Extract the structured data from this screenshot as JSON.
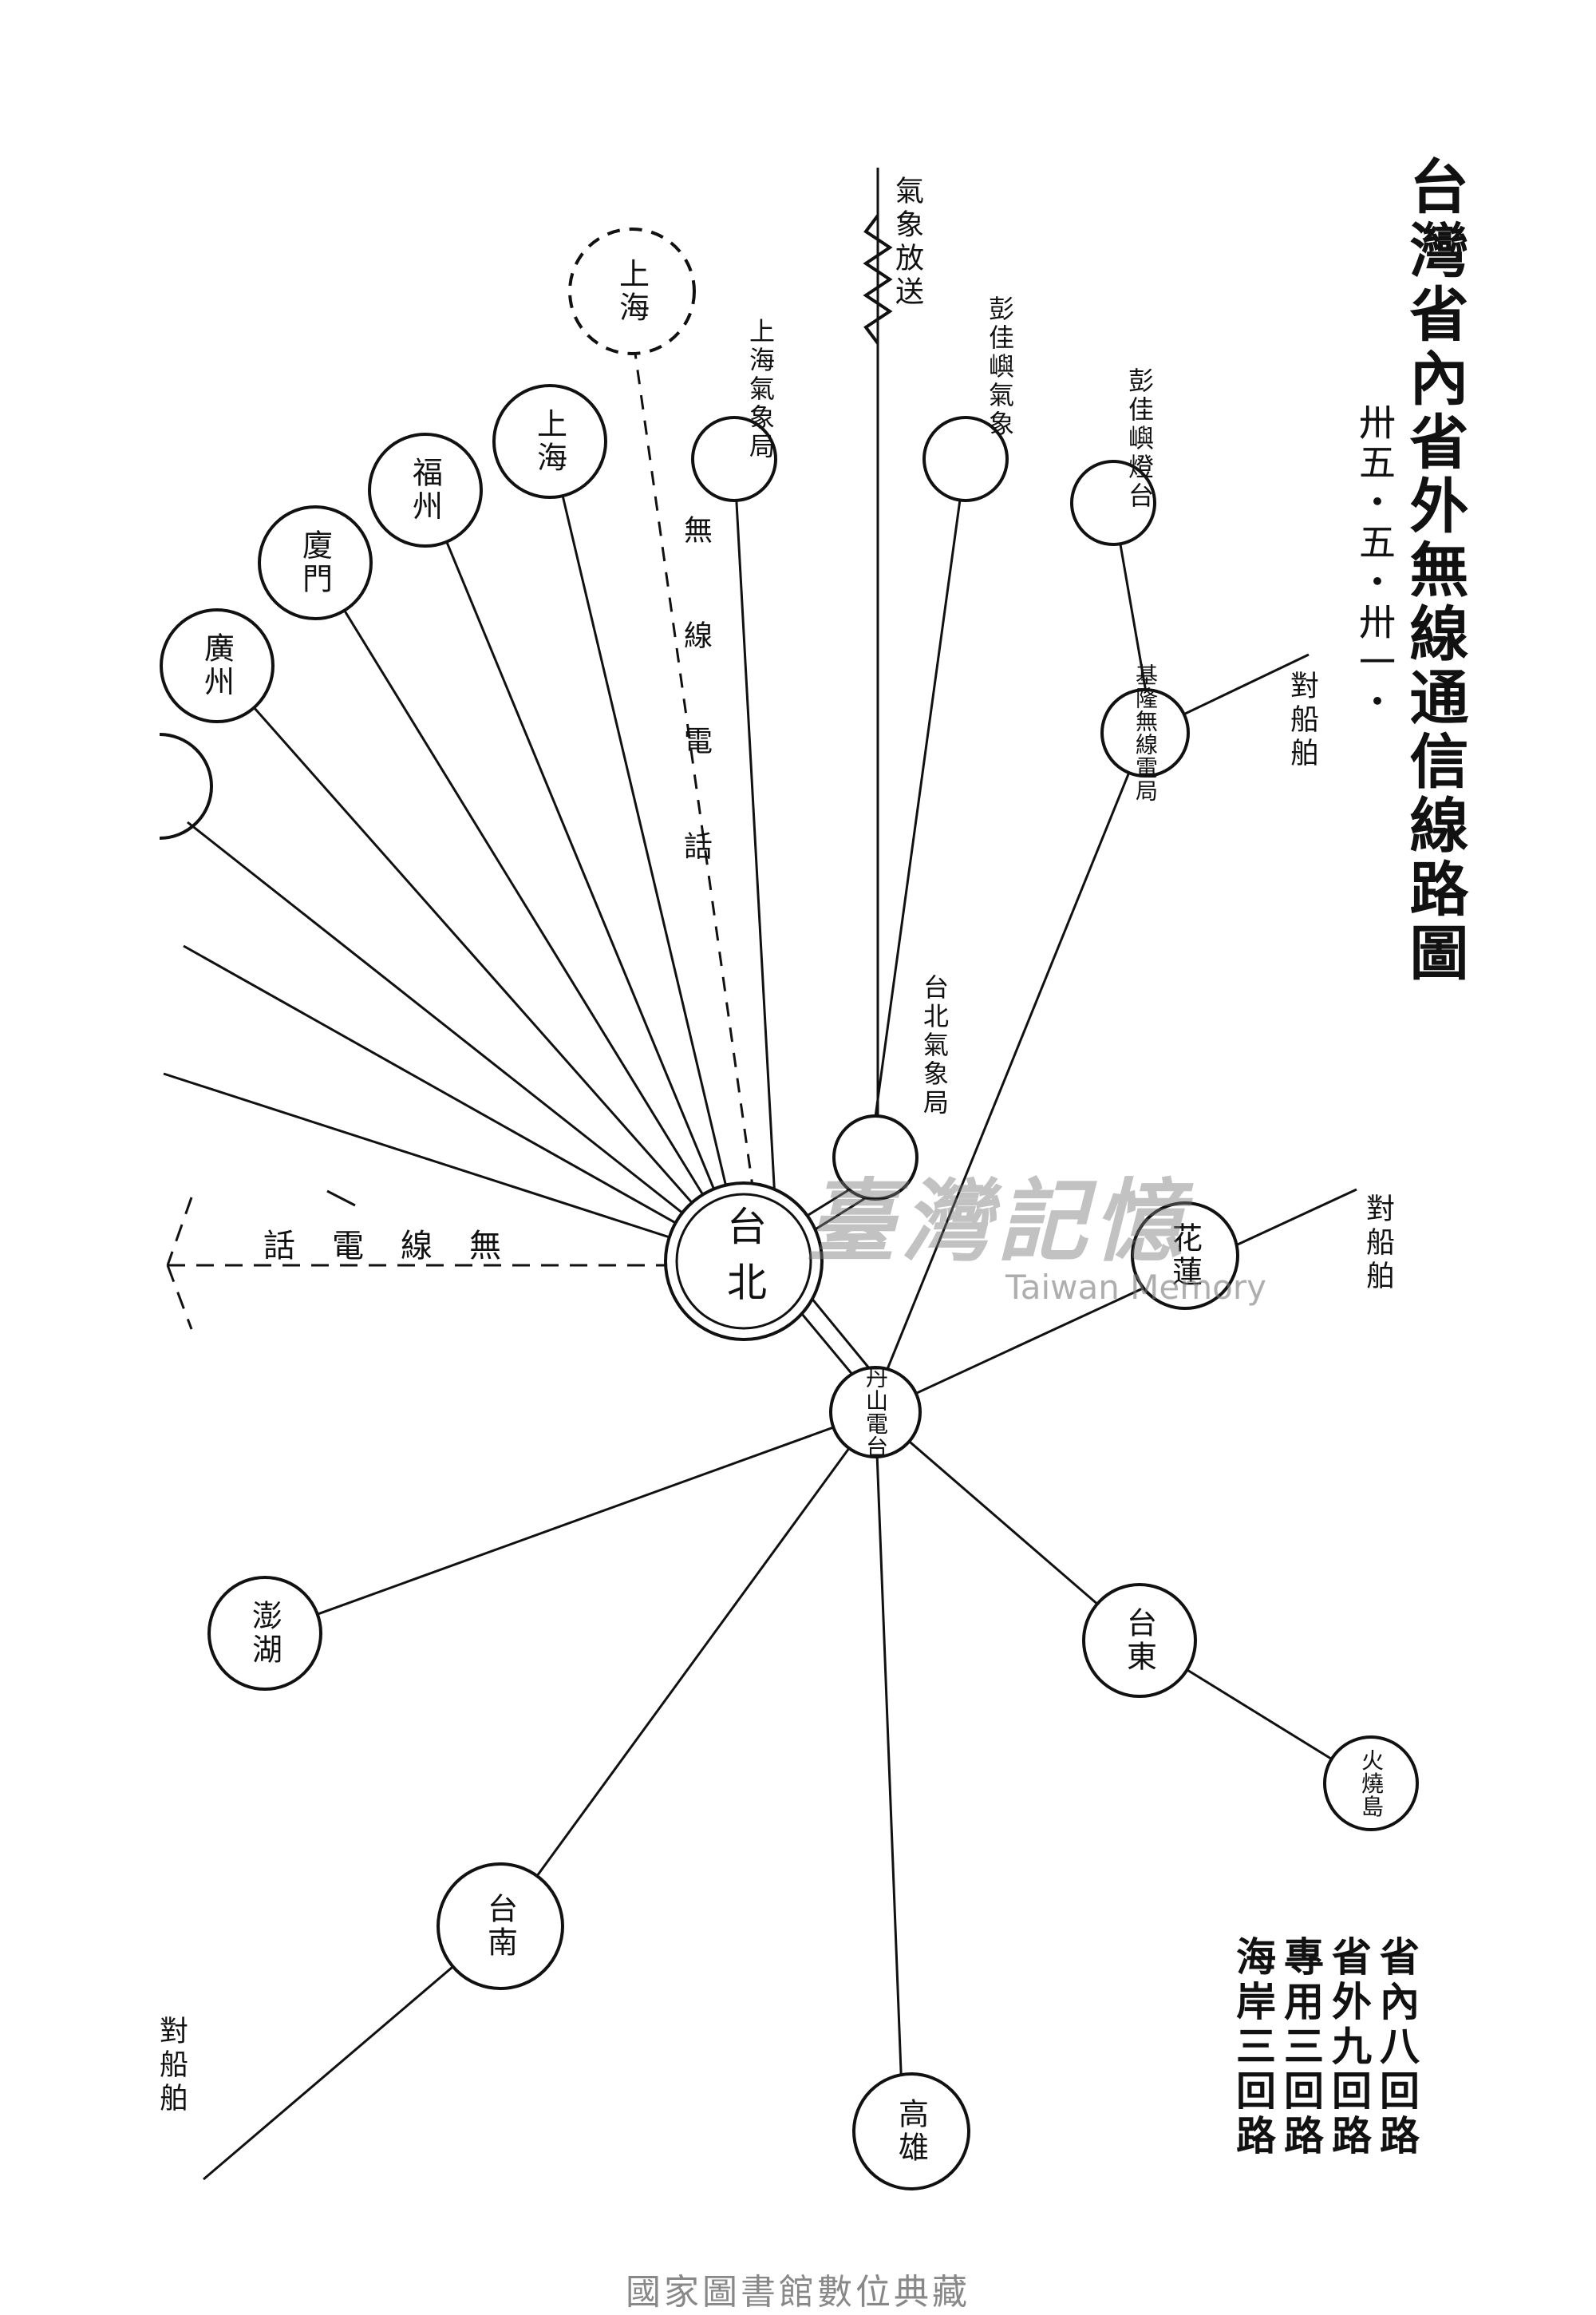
{
  "title": "台灣省內省外無線通信線路圖",
  "date": "卅五・五・卅一・",
  "nodes": {
    "taipei": "台北",
    "danshan": "丹山電台",
    "shanghai_dashed": "上海",
    "shanghai": "上海",
    "fuzhou": "福州",
    "xiamen": "廈門",
    "guangzhou": "廣州",
    "shanghai_met": "上海氣象局",
    "pengjia_met": "彭佳嶼氣象",
    "pengjia_light": "彭佳嶼燈台",
    "keelung": "基隆無線電局",
    "taipei_met": "台北氣象局",
    "hualien": "花蓮",
    "penghu": "澎湖",
    "taitung": "台東",
    "huoshao": "火燒島",
    "tainan": "台南",
    "kaohsiung": "高雄"
  },
  "annotations": {
    "weather_broadcast": "氣象放送",
    "radiotelephone_vertical": "無線電話",
    "radiotelephone_horizontal": "無線電話",
    "ship_1": "對船舶",
    "ship_2": "對船舶",
    "ship_3": "對船舶"
  },
  "legend": {
    "line1": "省內八回路",
    "line2": "省外九回路",
    "line3": "專用三回路",
    "line4": "海岸三回路"
  },
  "watermark": {
    "zh": "臺灣記憶",
    "en": "Taiwan Memory"
  },
  "footer": "國家圖書館數位典藏"
}
